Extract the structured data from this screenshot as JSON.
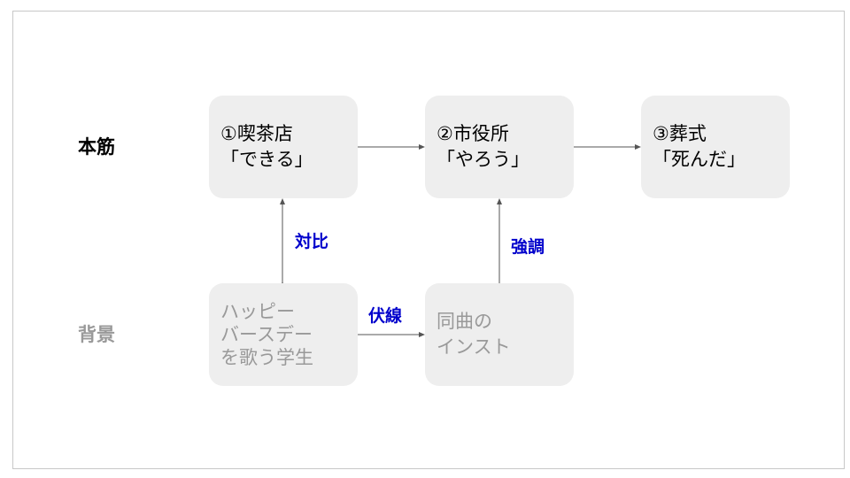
{
  "rows": {
    "main": {
      "label": "本筋",
      "color": "#000000"
    },
    "background": {
      "label": "背景",
      "color": "#999999"
    }
  },
  "nodes": {
    "cafe": {
      "line1": "①喫茶店",
      "line2": "「できる」"
    },
    "city_hall": {
      "line1": "②市役所",
      "line2": "「やろう」"
    },
    "funeral": {
      "line1": "③葬式",
      "line2": "「死んだ」"
    },
    "students": {
      "line1": "ハッピー",
      "line2": "バースデー",
      "line3": "を歌う学生"
    },
    "instrumental": {
      "line1": "同曲の",
      "line2": "インスト"
    }
  },
  "edges": {
    "contrast": {
      "label": "対比",
      "from": "cafe",
      "to": "students",
      "direction": "both"
    },
    "foreshadow": {
      "label": "伏線",
      "from": "students",
      "to": "instrumental"
    },
    "emphasis": {
      "label": "強調",
      "from": "instrumental",
      "to": "city_hall"
    },
    "cafe_to_city_hall": {
      "from": "cafe",
      "to": "city_hall"
    },
    "city_hall_to_funeral": {
      "from": "city_hall",
      "to": "funeral"
    }
  },
  "colors": {
    "box_fill": "#eeeeee",
    "edge_label": "#0000cc",
    "arrow": "#555555",
    "background_text": "#999999"
  }
}
